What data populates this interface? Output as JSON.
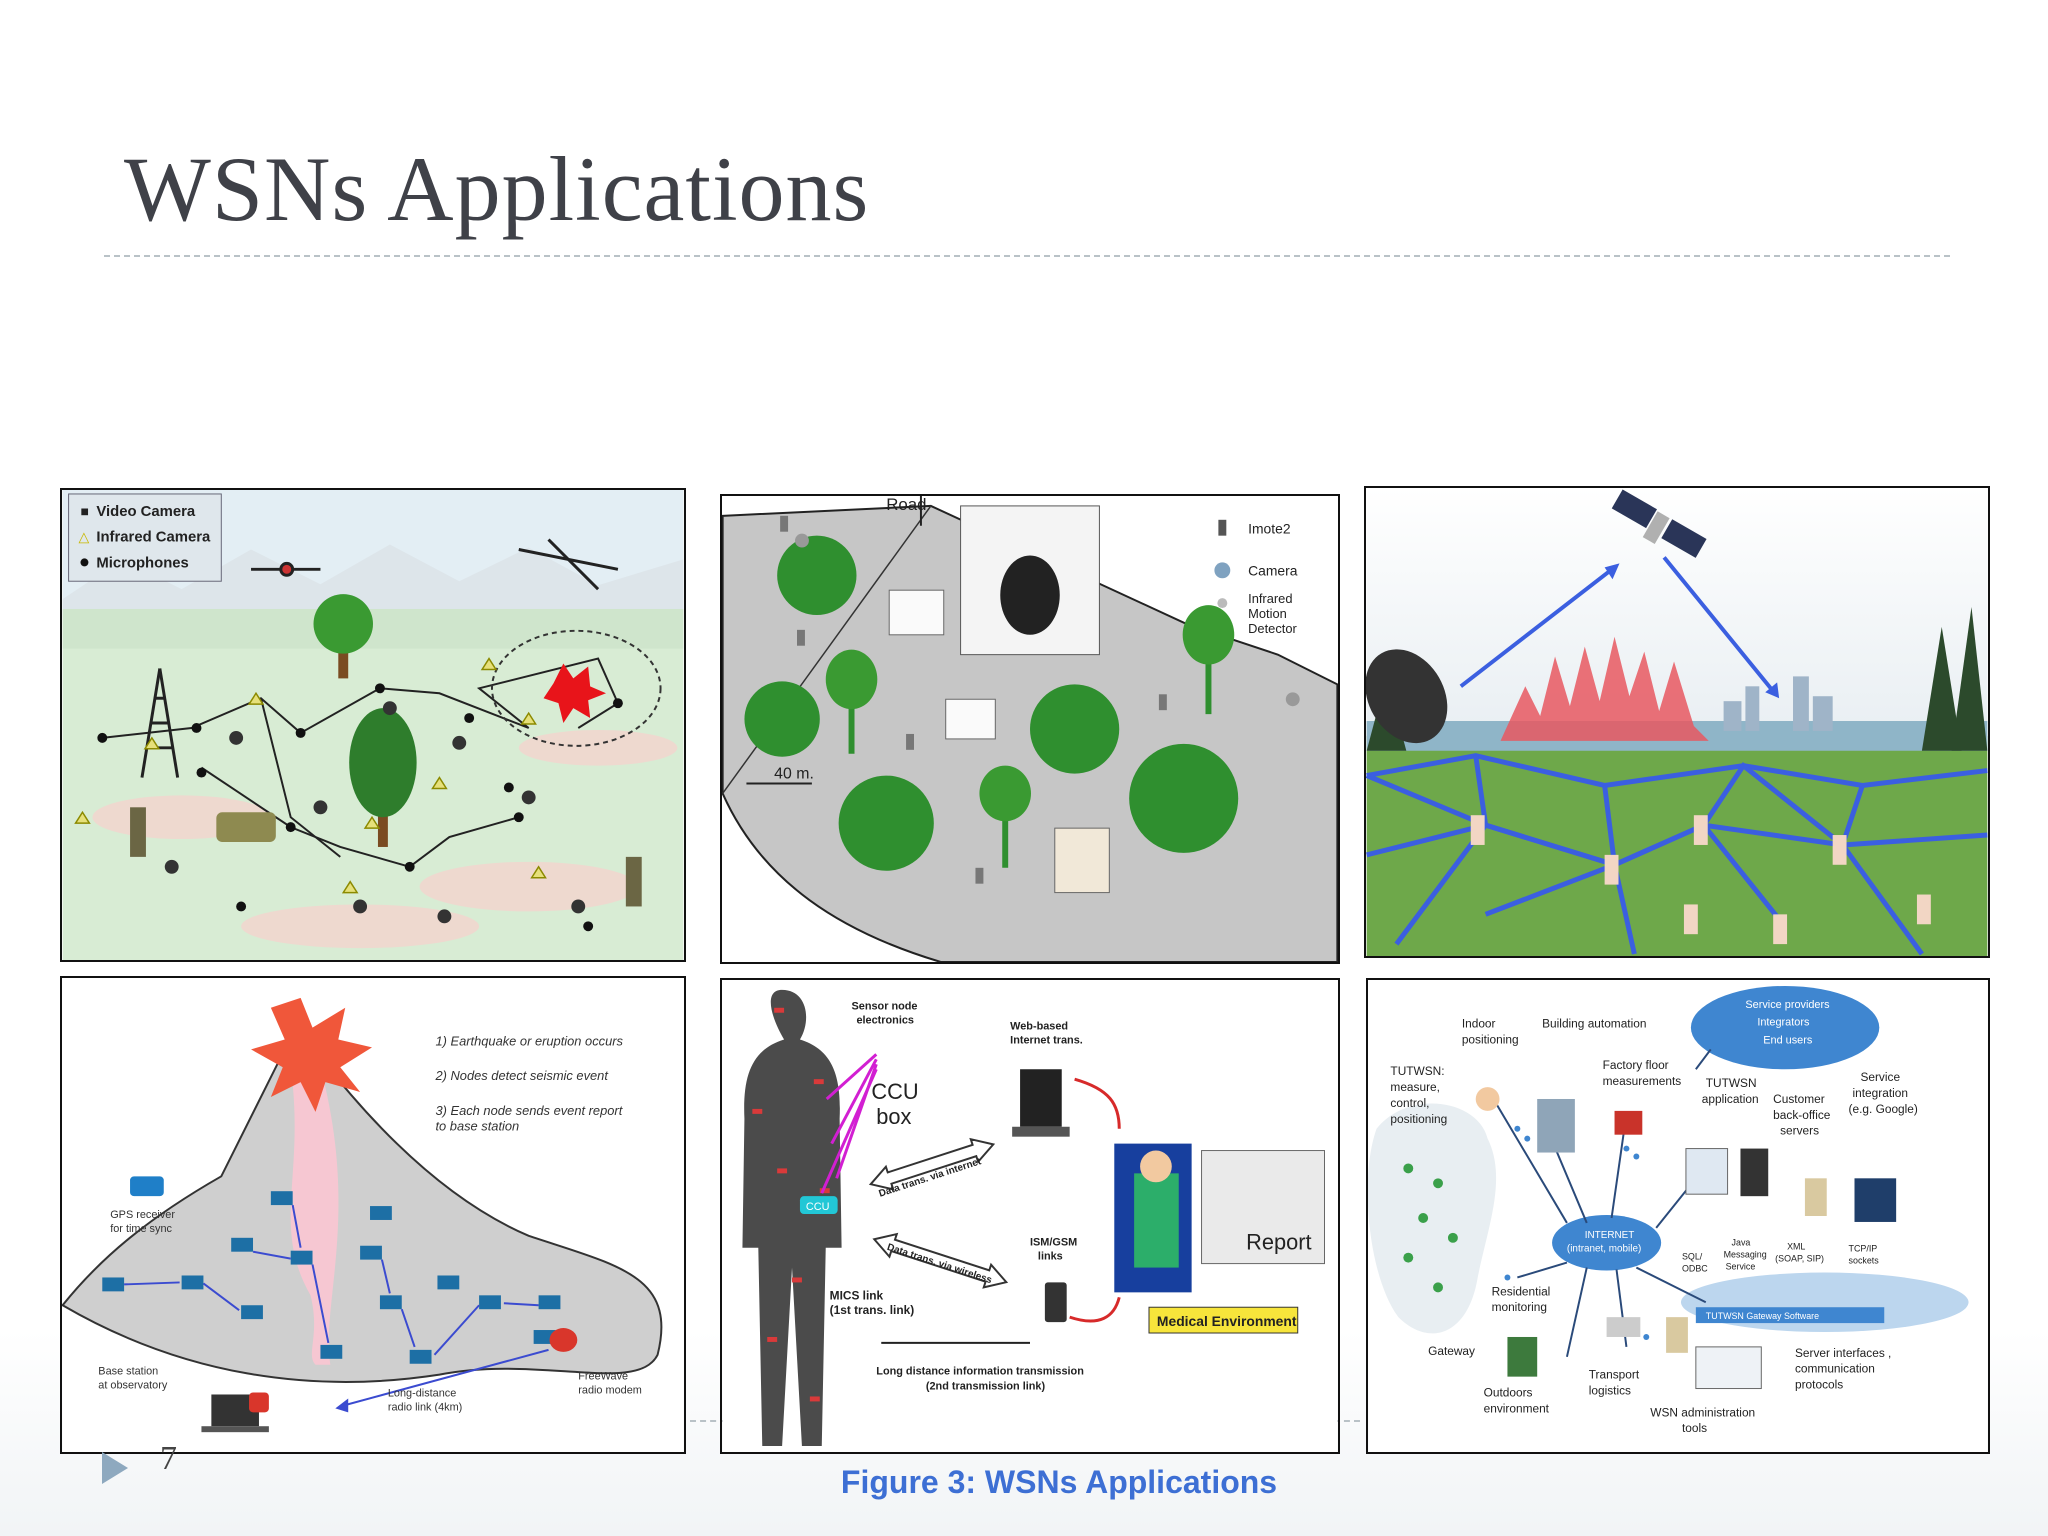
{
  "slide": {
    "title": "WSNs Applications",
    "caption": "Figure 3: WSNs Applications",
    "page_number": "7"
  },
  "panels": {
    "military": {
      "legend": [
        "Video Camera",
        "Infrared Camera",
        "Microphones"
      ]
    },
    "habitat": {
      "road": "Road",
      "distance": "40 m.",
      "legend": [
        "Imote2",
        "Camera",
        "Infrared",
        "Motion",
        "Detector"
      ]
    },
    "volcano": {
      "steps": [
        "1) Earthquake or eruption occurs",
        "2) Nodes detect seismic event",
        "3) Each node sends event report",
        "to base station"
      ],
      "gps": [
        "GPS receiver",
        "for time sync"
      ],
      "base": [
        "Base station",
        "at observatory"
      ],
      "radio_link": [
        "Long-distance",
        "radio link (4km)"
      ],
      "freewave": [
        "FreeWave",
        "radio modem"
      ]
    },
    "medical": {
      "sensor": [
        "Sensor node",
        "electronics"
      ],
      "web": [
        "Web-based",
        "Internet trans."
      ],
      "ccu": [
        "CCU",
        "box"
      ],
      "ccu_chip": "CCU",
      "data_internet": "Data trans. via internet",
      "data_wireless": "Data trans. via wireless",
      "ism": [
        "ISM/GSM",
        "links"
      ],
      "mics": [
        "MICS link",
        "(1st trans. link)"
      ],
      "long": [
        "Long distance information transmission",
        "(2nd transmission link)"
      ],
      "report": "Report",
      "env": "Medical Environment"
    },
    "tutwsn": {
      "service": [
        "Service providers",
        "Integrators",
        "End users"
      ],
      "indoor": [
        "Indoor",
        "positioning"
      ],
      "building": "Building automation",
      "factory": [
        "Factory floor",
        "measurements"
      ],
      "tut_app": [
        "TUTWSN",
        "application"
      ],
      "customer": [
        "Customer",
        "back-office",
        "servers"
      ],
      "service_int": [
        "Service",
        "integration",
        "(e.g. Google)"
      ],
      "tut_measure": [
        "TUTWSN:",
        "measure,",
        "control,",
        "positioning"
      ],
      "internet": [
        "INTERNET",
        "(intranet, mobile)"
      ],
      "sql": [
        "SQL/",
        "ODBC"
      ],
      "java": [
        "Java",
        "Messaging",
        "Service"
      ],
      "xml": [
        "XML",
        "(SOAP, SIP)"
      ],
      "tcp": [
        "TCP/IP",
        "sockets"
      ],
      "residential": [
        "Residential",
        "monitoring"
      ],
      "gateway": "Gateway",
      "gateway_sw": "TUTWSN Gateway Software",
      "server_if": [
        "Server interfaces ,",
        "communication",
        "protocols"
      ],
      "outdoors": [
        "Outdoors",
        "environment"
      ],
      "transport": [
        "Transport",
        "logistics"
      ],
      "admin": [
        "WSN administration",
        "tools"
      ]
    }
  },
  "colors": {
    "title": "#3f4148",
    "caption": "#3d6fd4",
    "rule": "#b9c2c7",
    "network_blue": "#3b5fe0",
    "tree_green": "#2f8f2f"
  }
}
